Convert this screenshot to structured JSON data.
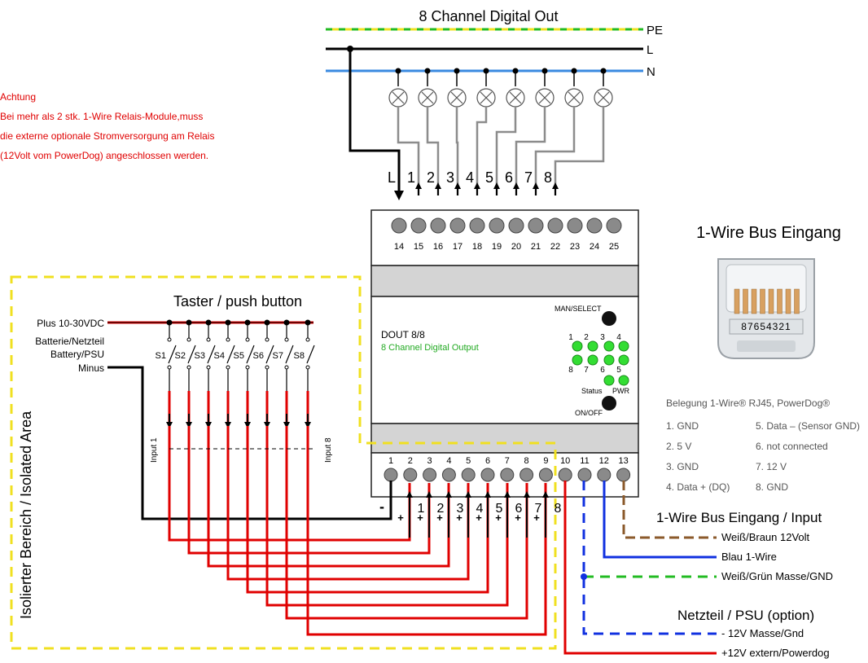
{
  "header": {
    "title": "8 Channel Digital Out"
  },
  "rails": {
    "pe": "PE",
    "l": "L",
    "n": "N"
  },
  "warning": {
    "lines": [
      "Achtung",
      "Bei mehr als 2 stk. 1-Wire Relais-Module,muss",
      "die externe optionale Stromversorgung am Relais",
      "(12Volt vom PowerDog) angeschlossen werden."
    ]
  },
  "output_labels": [
    "L",
    "1",
    "2",
    "3",
    "4",
    "5",
    "6",
    "7",
    "8"
  ],
  "top_terminals": [
    "14",
    "15",
    "16",
    "17",
    "18",
    "19",
    "20",
    "21",
    "22",
    "23",
    "24",
    "25"
  ],
  "bottom_terminals": [
    "1",
    "2",
    "3",
    "4",
    "5",
    "6",
    "7",
    "8",
    "9",
    "10",
    "11",
    "12",
    "13"
  ],
  "module": {
    "name": "DOUT 8/8",
    "subtitle": "8 Channel Digital Output",
    "man_select": "MAN/SELECT",
    "on_off": "ON/OFF",
    "status": "Status",
    "pwr": "PWR",
    "led_top": [
      "1",
      "2",
      "3",
      "4"
    ],
    "led_bottom": [
      "8",
      "7",
      "6",
      "5"
    ]
  },
  "rj45": {
    "title": "1-Wire Bus Eingang",
    "pins": "87654321"
  },
  "pinout": {
    "title": "Belegung 1-Wire® RJ45, PowerDog®",
    "left": [
      "1.  GND",
      "2.  5 V",
      "3.  GND",
      "4.  Data + (DQ)"
    ],
    "right": [
      "5.  Data – (Sensor GND)",
      "6.  not connected",
      "7.  12 V",
      "8.  GND"
    ]
  },
  "buttons": {
    "title": "Taster / push button",
    "supply": "Plus 10-30VDC",
    "psu1": "Batterie/Netzteil",
    "psu2": "Battery/PSU",
    "minus": "Minus",
    "switches": [
      "S1",
      "S2",
      "S3",
      "S4",
      "S5",
      "S6",
      "S7",
      "S8"
    ],
    "input_first": "Input 1",
    "input_last": "Input 8"
  },
  "input_labels": [
    "1",
    "2",
    "3",
    "4",
    "5",
    "6",
    "7",
    "8"
  ],
  "isolated_area": "Isolierter Bereich / Isolated Area",
  "bus_input": {
    "title": "1-Wire Bus Eingang / Input",
    "brown": "Weiß/Braun 12Volt",
    "blue": "Blau 1-Wire",
    "green": "Weiß/Grün Masse/GND"
  },
  "psu": {
    "title": "Netzteil / PSU (option)",
    "gnd": "- 12V Masse/Gnd",
    "ext": "+12V extern/Powerdog"
  },
  "colors": {
    "red": "#e00000",
    "blue": "#1030e0",
    "green": "#22bb22",
    "brown": "#8b5a2b",
    "yellow": "#f0e020",
    "gray": "#8c8c8c",
    "led": "#33dd33",
    "warning": "#e00000"
  }
}
